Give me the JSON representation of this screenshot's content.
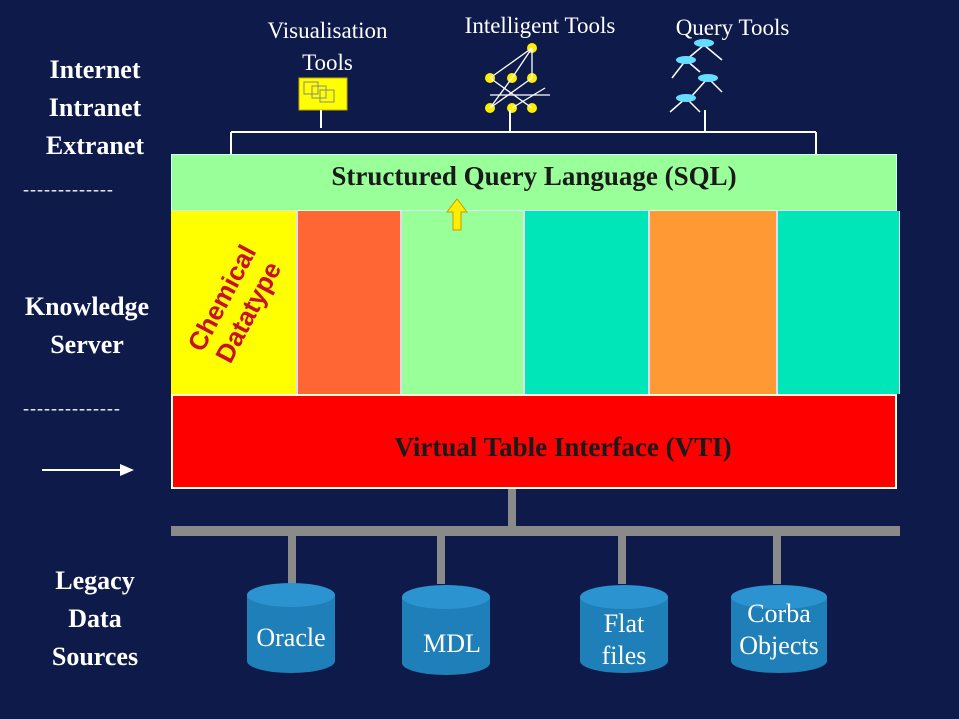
{
  "left_labels": {
    "network": [
      "Internet",
      "Intranet",
      "Extranet"
    ],
    "knowledge": [
      "Knowledge",
      "Server"
    ],
    "legacy": [
      "Legacy",
      "Data",
      "Sources"
    ],
    "dash_top": "-------------",
    "dash_bottom": "--------------"
  },
  "tools": {
    "visualisation": [
      "Visualisation",
      "Tools"
    ],
    "intelligent": "Intelligent Tools",
    "query": "Query Tools"
  },
  "sql": {
    "label": "Structured Query Language (SQL)"
  },
  "datablade": {
    "label_line1": "Chemical",
    "label_line2": "Datatype"
  },
  "vti": {
    "label": "Virtual Table Interface (VTI)"
  },
  "sources": {
    "oracle": "Oracle",
    "mdl": "MDL",
    "flat": [
      "Flat",
      "files"
    ],
    "corba": [
      "Corba",
      "Objects"
    ]
  },
  "colors": {
    "background": "#0d1a4a",
    "sql": "#99ff99",
    "chemical": "#ffff00",
    "orange_red": "#ff6633",
    "light_green": "#99ff99",
    "teal": "#00e6b8",
    "orange": "#ff9933",
    "vti": "#ff0000",
    "db": "#1f7fb8",
    "bus": "#8a8a8a"
  }
}
